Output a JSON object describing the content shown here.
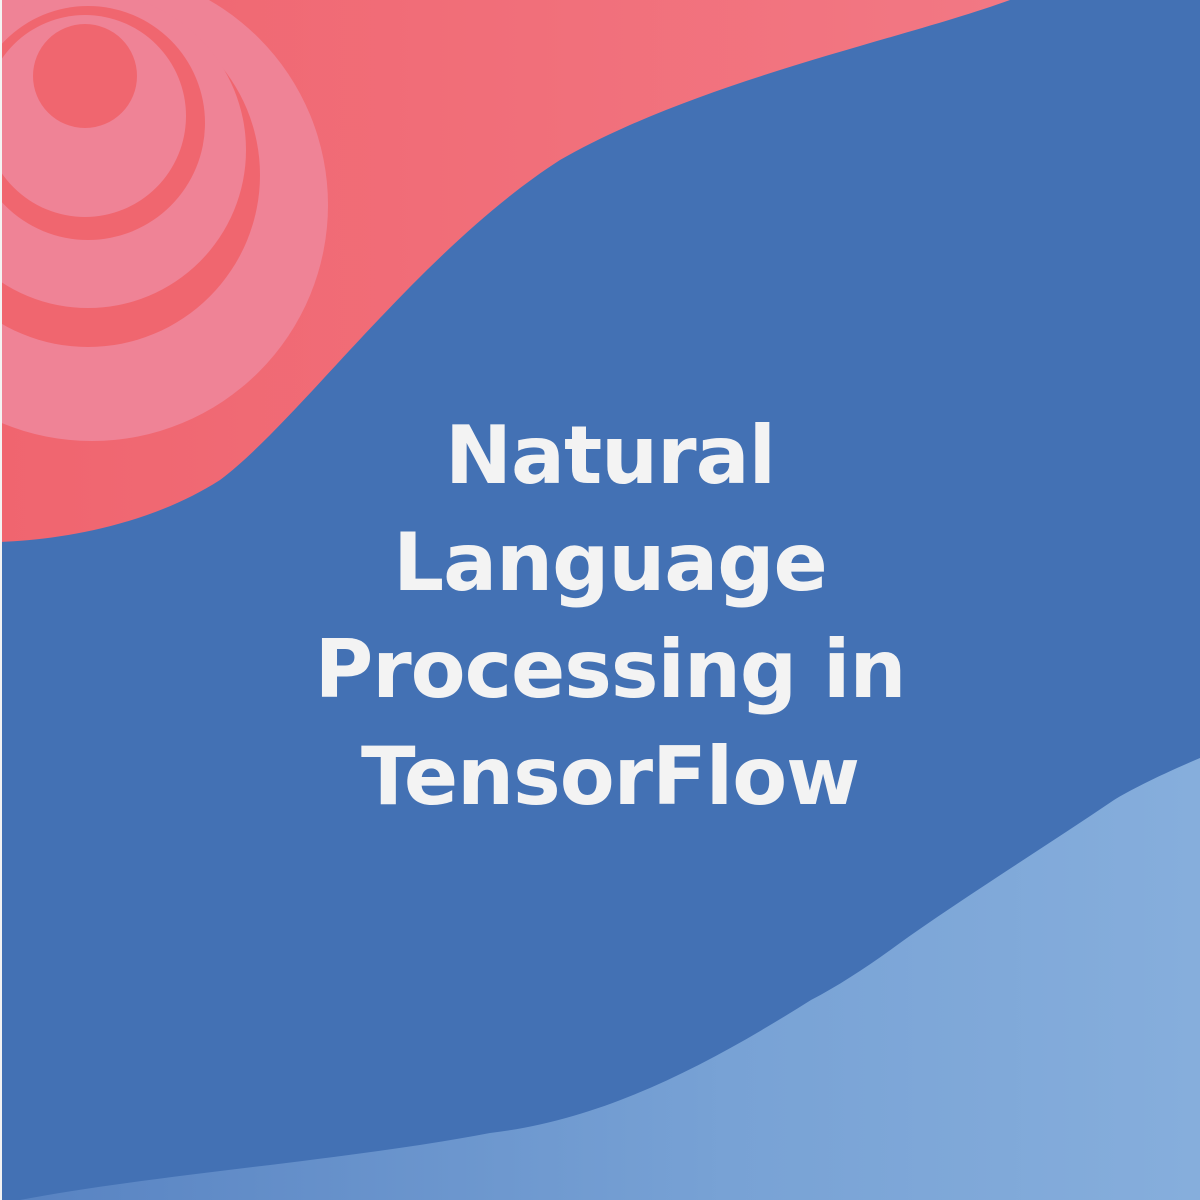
{
  "title": {
    "lines": [
      "Natural",
      "Language",
      "Processing in",
      "TensorFlow"
    ],
    "full_text": "Natural Language Processing in TensorFlow"
  },
  "colors": {
    "background_blue": "#4371b4",
    "wave_pink": "#f06a74",
    "wave_pink_light": "#f07f8b",
    "ring_pink_light": "#ef8396",
    "ring_pink_dark": "#f0666f",
    "wave_light_blue_start": "#5b87c4",
    "wave_light_blue_end": "#85addb",
    "text": "#f3f3f3"
  }
}
